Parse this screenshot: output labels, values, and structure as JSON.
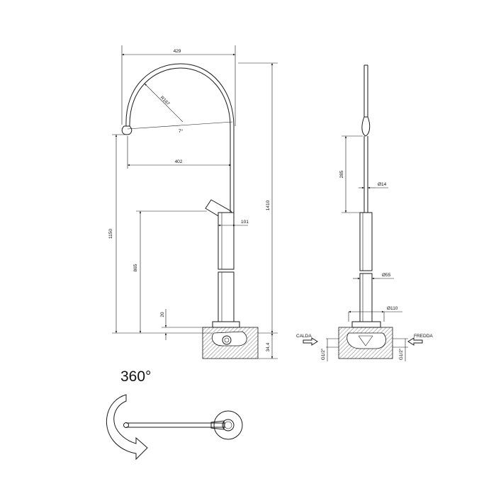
{
  "dimensions": {
    "spout_reach_total": "429",
    "spout_reach_inner": "402",
    "arc_radius": "R167",
    "arc_angle": "7°",
    "handle_offset": "101",
    "height_spout": "1150",
    "height_overall": "1410",
    "height_handle": "865",
    "base_thickness": "20",
    "deck_depth": "34,4",
    "side_height": "285",
    "tube_diameter": "Ø14",
    "body_diameter": "Ø55",
    "base_diameter": "Ø110",
    "thread_left": "G1/2\"",
    "thread_right": "G1/2\""
  },
  "labels": {
    "hot": "CALDA",
    "cold": "FREDDA",
    "rotation": "360°"
  }
}
